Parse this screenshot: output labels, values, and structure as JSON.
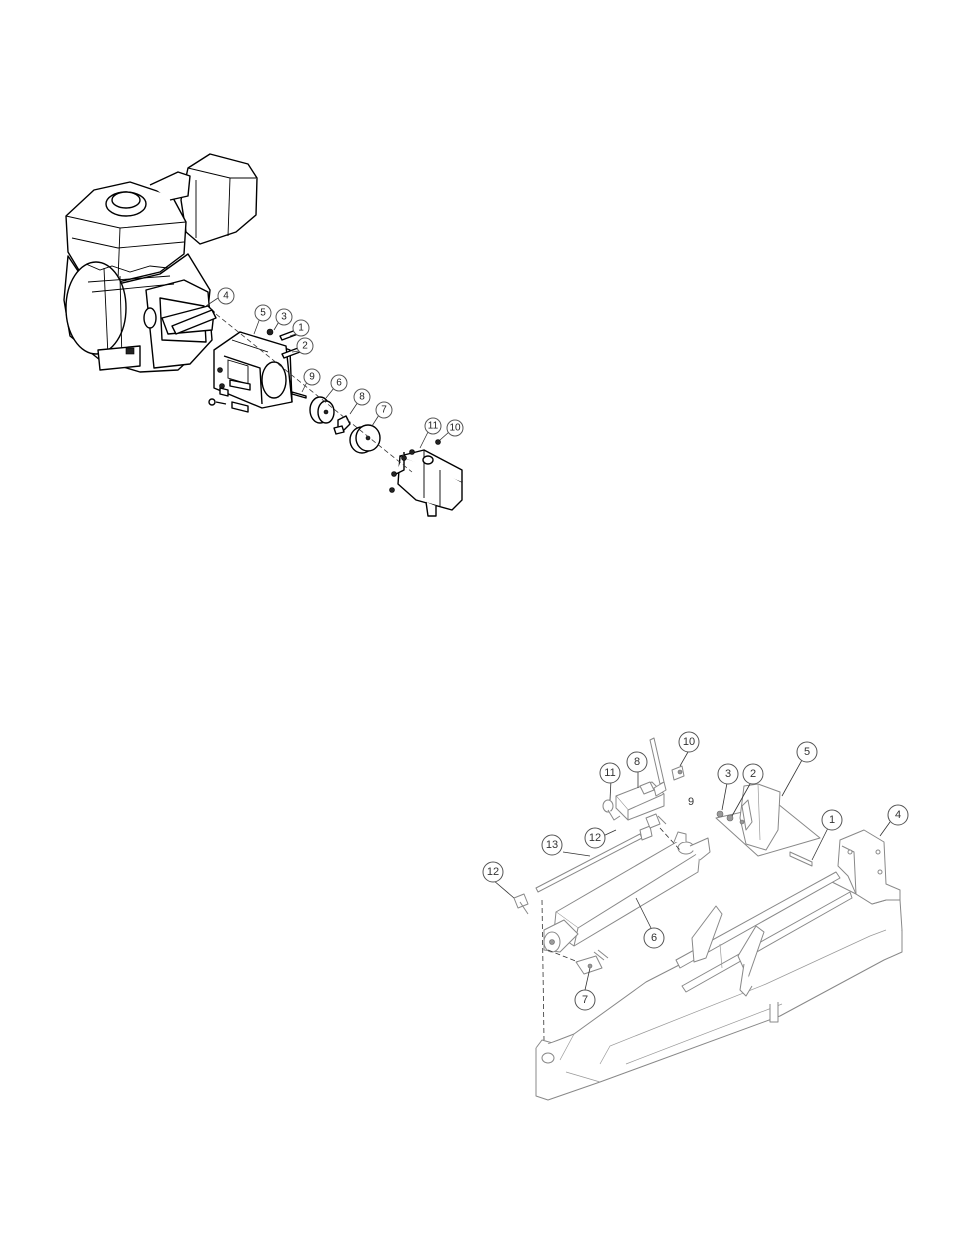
{
  "top_assembly": {
    "callouts": [
      "4",
      "5",
      "3",
      "1",
      "2",
      "9",
      "6",
      "8",
      "7",
      "11",
      "10"
    ]
  },
  "bottom_assembly": {
    "callouts": [
      "10",
      "11",
      "8",
      "3",
      "2",
      "5",
      "9",
      "12",
      "1",
      "4",
      "13",
      "12",
      "6",
      "7"
    ]
  }
}
